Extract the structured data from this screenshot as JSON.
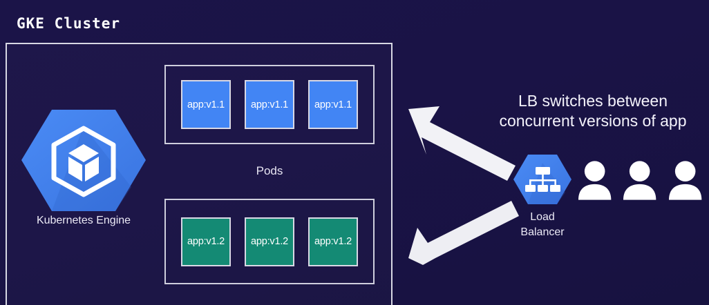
{
  "diagram": {
    "title": "GKE Cluster",
    "background_color": "#1a1346",
    "cluster": {
      "name": "GKE Cluster",
      "border_color": "#d8d8e4",
      "engine": {
        "label_line1": "Kubernetes Engine",
        "icon": "kubernetes-engine-hexagon-icon",
        "icon_color": "#4285f4"
      },
      "pods_caption": "Pods",
      "pod_groups": [
        {
          "id": "v1.1",
          "version_color": "#4285f4",
          "pods": [
            {
              "label": "app:v1.1"
            },
            {
              "label": "app:v1.1"
            },
            {
              "label": "app:v1.1"
            }
          ]
        },
        {
          "id": "v1.2",
          "version_color": "#148a74",
          "pods": [
            {
              "label": "app:v1.2"
            },
            {
              "label": "app:v1.2"
            },
            {
              "label": "app:v1.2"
            }
          ]
        }
      ]
    },
    "load_balancer": {
      "icon": "load-balancer-hexagon-icon",
      "icon_color": "#4285f4",
      "label_line1": "Load",
      "label_line2": "Balancer"
    },
    "users": {
      "icon": "user-person-icon",
      "count": 3,
      "color": "#ffffff"
    },
    "callout": {
      "line1": "LB switches between",
      "line2": "concurrent versions of app",
      "color": "#f4f3fb"
    },
    "arrows": {
      "color": "#f2f2f6",
      "items": [
        {
          "name": "arrow-to-v11-pods",
          "direction": "up-left"
        },
        {
          "name": "arrow-to-v12-pods",
          "direction": "down-left"
        }
      ]
    }
  }
}
